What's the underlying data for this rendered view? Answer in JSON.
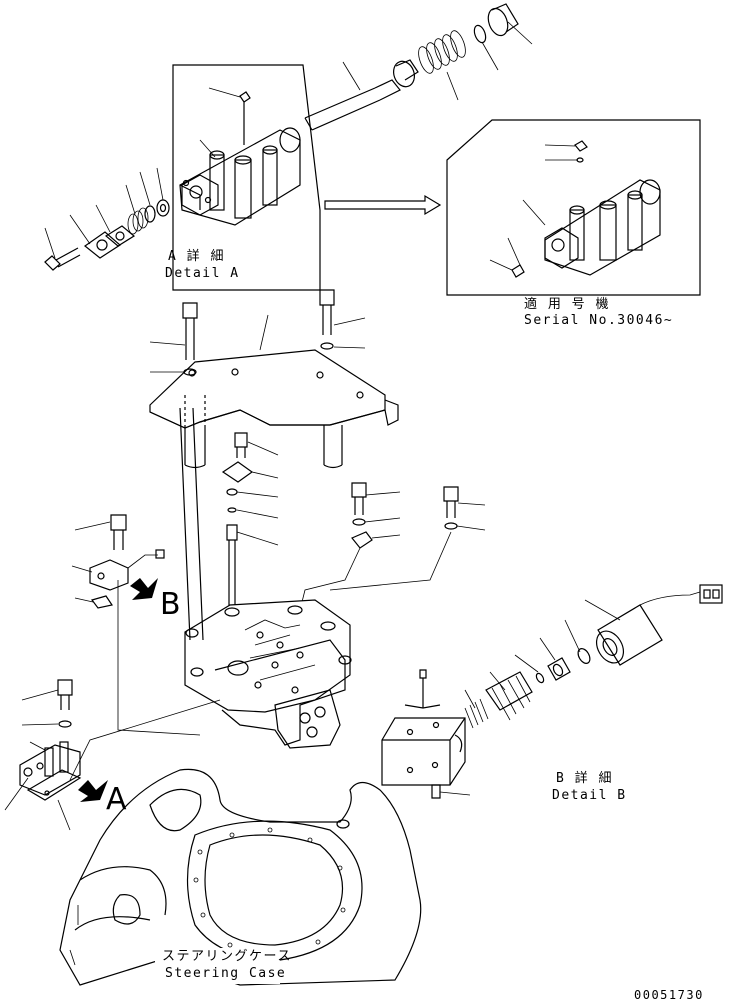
{
  "detail_a": {
    "jp": "A 詳 細",
    "en": "Detail A"
  },
  "serial": {
    "jp": "適 用 号 機",
    "en": "Serial No.30046~"
  },
  "detail_b": {
    "jp": "B 詳 細",
    "en": "Detail B"
  },
  "steering": {
    "jp": "ステアリングケース",
    "en": "Steering Case"
  },
  "view_a": "A",
  "view_b": "B",
  "drawing_number": "00051730"
}
